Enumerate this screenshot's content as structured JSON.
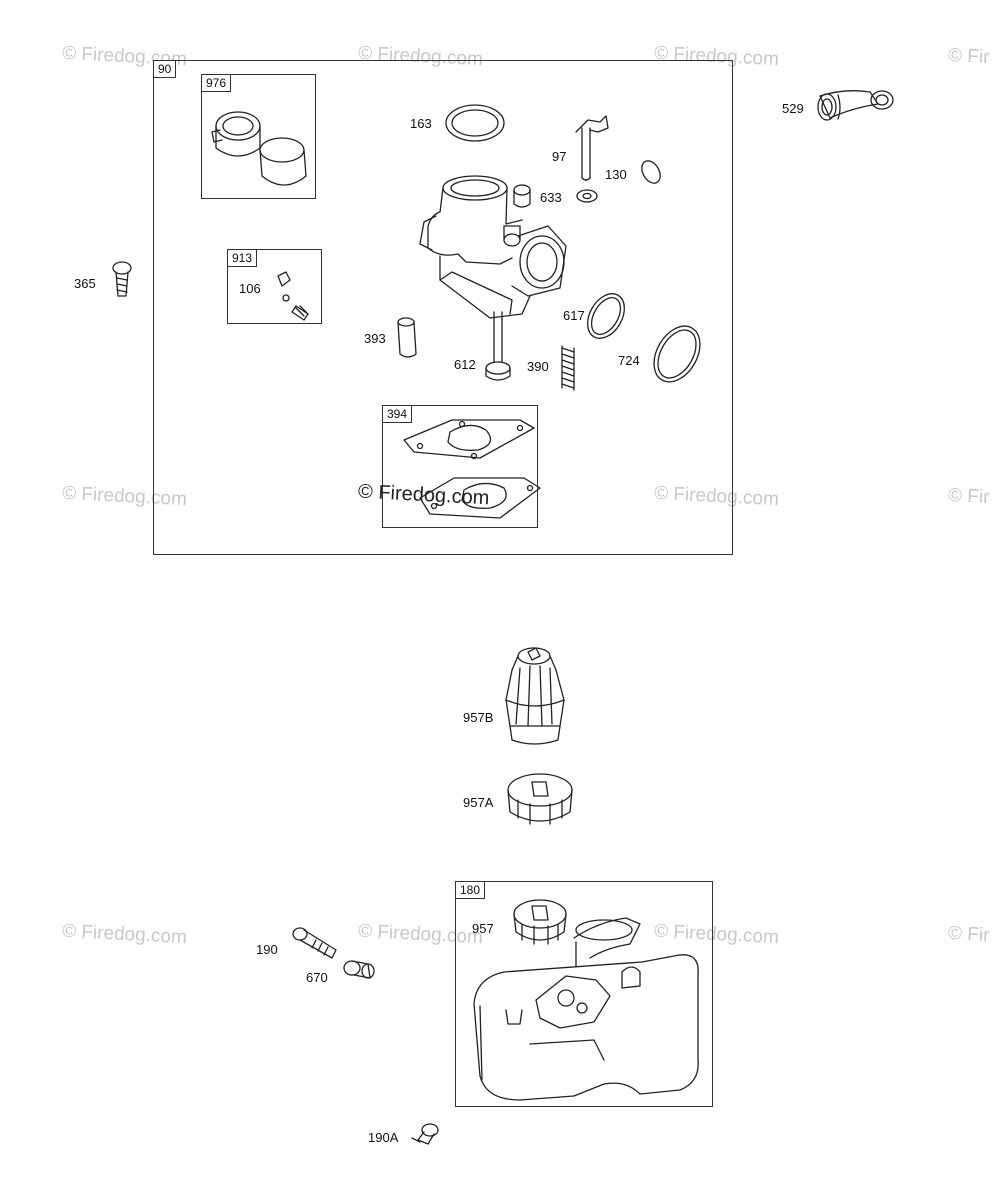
{
  "watermark": "© Firedog.com",
  "watermark_partial": "© Fir",
  "groups": {
    "carb_kit": "90",
    "sleeve_kit": "976",
    "needle_kit": "913",
    "gasket_kit": "394",
    "tank_assy": "180"
  },
  "labels": {
    "p529": "529",
    "p163": "163",
    "p97": "97",
    "p130": "130",
    "p633": "633",
    "p365": "365",
    "p106": "106",
    "p617": "617",
    "p393": "393",
    "p612": "612",
    "p390": "390",
    "p724": "724",
    "p957B": "957B",
    "p957A": "957A",
    "p957": "957",
    "p190": "190",
    "p670": "670",
    "p190A": "190A"
  }
}
